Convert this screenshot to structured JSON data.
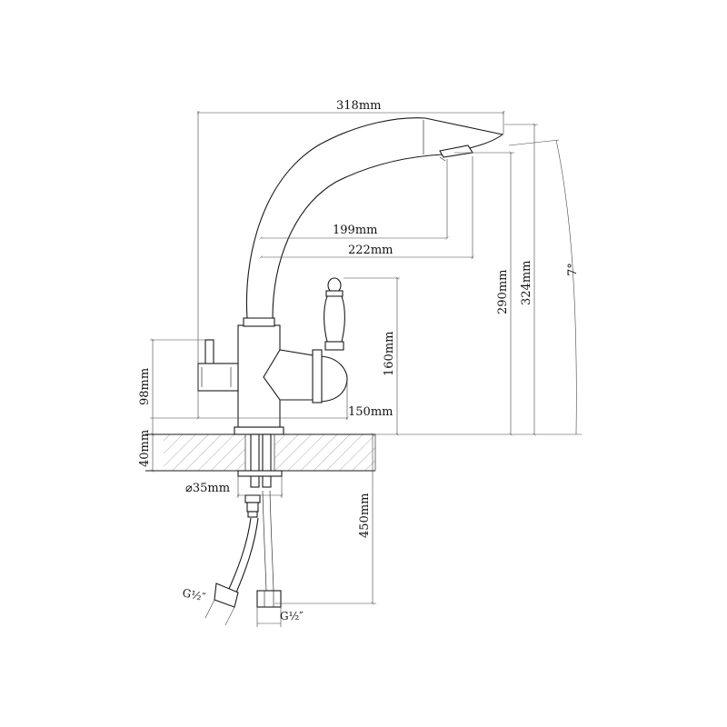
{
  "dimensions": {
    "width_total": "318mm",
    "spout_reach_inner": "199mm",
    "spout_reach_outer": "222mm",
    "height_spout": "290mm",
    "height_total": "324mm",
    "angle": "7°",
    "handle_height": "160mm",
    "lever_height": "98mm",
    "handle_reach": "150mm",
    "deck_thickness": "40mm",
    "hole_diameter": "⌀35mm",
    "hose_length": "450mm",
    "thread_left": "G½″",
    "thread_right": "G½″"
  }
}
